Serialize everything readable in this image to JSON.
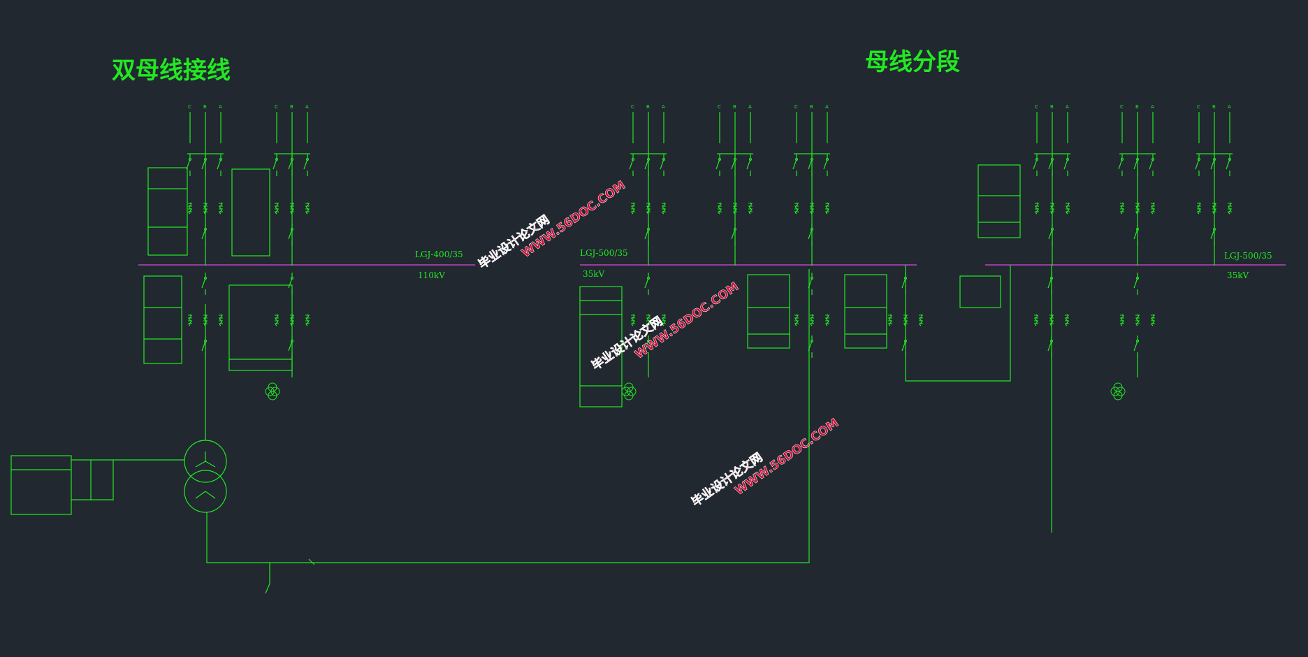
{
  "titles": {
    "left": "双母线接线",
    "right": "母线分段"
  },
  "bus_labels": {
    "conductor_110": "LGJ-400/35",
    "voltage_110": "110kV",
    "conductor_35": "LGJ-500/35",
    "voltage_35": "35kV",
    "conductor_35_right": "LGJ-500/35",
    "voltage_35_right": "35kV"
  },
  "phases": [
    "C",
    "B",
    "A"
  ],
  "watermark": {
    "line1": "毕业设计论文网",
    "line2": "WWW.56DOC.COM"
  },
  "colors": {
    "background": "#212830",
    "wire": "#22e822",
    "bus": "#c040c0",
    "watermark": "#d0103a"
  }
}
